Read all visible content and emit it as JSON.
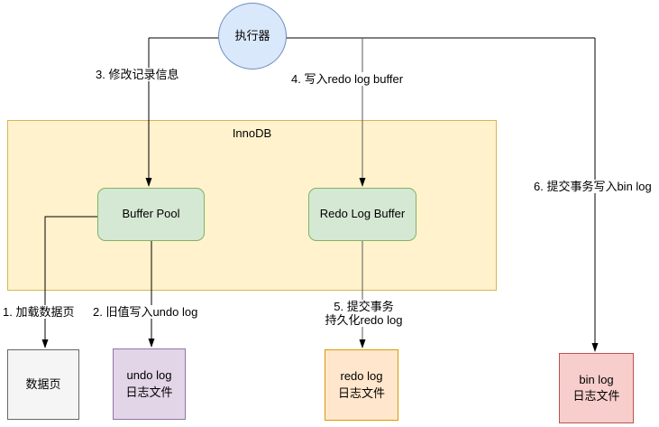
{
  "diagram": {
    "executor": {
      "label": "执行器"
    },
    "innodb": {
      "label": "InnoDB"
    },
    "buffer_pool": {
      "label": "Buffer Pool"
    },
    "redo_log_buffer": {
      "label": "Redo Log Buffer"
    },
    "data_page": {
      "label": "数据页"
    },
    "undo_log_file": {
      "line1": "undo log",
      "line2": "日志文件"
    },
    "redo_log_file": {
      "line1": "redo log",
      "line2": "日志文件"
    },
    "bin_log_file": {
      "line1": "bin log",
      "line2": "日志文件"
    },
    "steps": {
      "step1": "1. 加载数据页",
      "step2": "2. 旧值写入undo log",
      "step3": "3. 修改记录信息",
      "step4": "4. 写入redo log buffer",
      "step5_line1": "5. 提交事务",
      "step5_line2": "持久化redo log",
      "step6": "6. 提交事务写入bin log"
    },
    "colors": {
      "executor_fill": "#dae8fc",
      "executor_stroke": "#6c8ebf",
      "innodb_fill": "#fff2cc",
      "innodb_stroke": "#d6b656",
      "buffer_fill": "#d5e8d4",
      "buffer_stroke": "#82b366",
      "data_page_fill": "#f5f5f5",
      "data_page_stroke": "#666666",
      "undo_fill": "#e1d5e7",
      "undo_stroke": "#9673a6",
      "redo_fill": "#ffe6cc",
      "redo_stroke": "#d79b00",
      "bin_fill": "#f8cecc",
      "bin_stroke": "#b85450",
      "edge_black": "#000000",
      "edge_gray": "#595959"
    }
  }
}
